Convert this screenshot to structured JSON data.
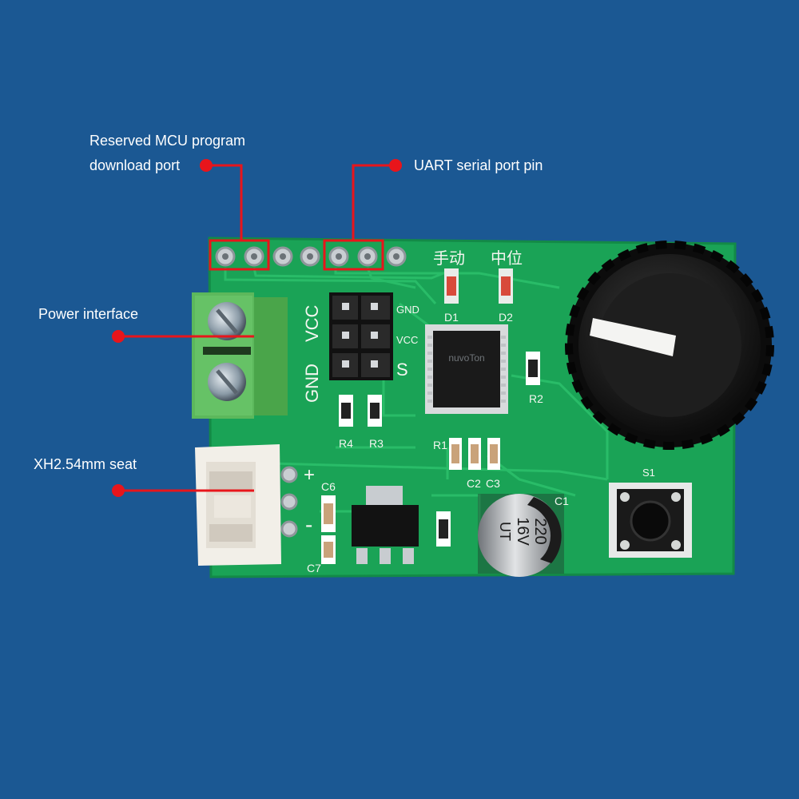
{
  "colors": {
    "background": "#1b5893",
    "pcb": "#1aa356",
    "callout": "#e8151b",
    "terminal": "#5cb85c",
    "knob": "#151515"
  },
  "callouts": {
    "mcu_port_line1": "Reserved MCU program",
    "mcu_port_line2": "download port",
    "uart": "UART serial port pin",
    "power": "Power interface",
    "xh_seat": "XH2.54mm seat"
  },
  "silkscreen": {
    "vcc_big": "VCC",
    "gnd_big": "GND",
    "gnd_small": "GND",
    "vcc_small": "VCC",
    "s_label": "S",
    "manual_cn": "手动",
    "center_cn": "中位",
    "d1": "D1",
    "d2": "D2",
    "r1": "R1",
    "r2": "R2",
    "r3": "R3",
    "r4": "R4",
    "c1": "C1",
    "c2": "C2",
    "c3": "C3",
    "c6": "C6",
    "c7": "C7",
    "s1": "S1",
    "plus": "+",
    "minus": "-",
    "chip_brand": "nuvoTon",
    "cap_value": "220",
    "cap_voltage": "16V",
    "cap_series": "UT"
  }
}
